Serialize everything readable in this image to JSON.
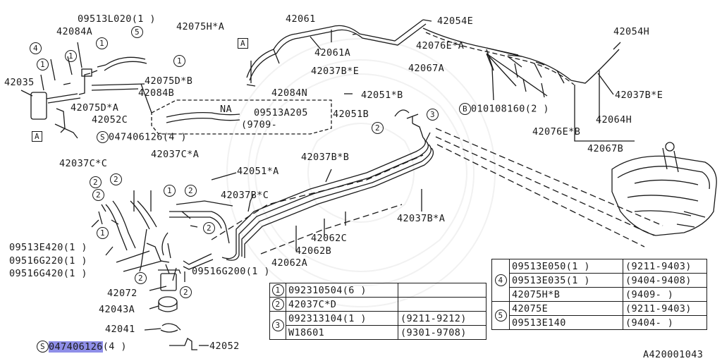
{
  "diagram_id": "A420001043",
  "labels": {
    "p42035": "42035",
    "p42084A": "42084A",
    "p09513L020": "09513L020(1  )",
    "p42075HA": "42075H*A",
    "p42061": "42061",
    "p42054E": "42054E",
    "p42054H": "42054H",
    "p42061A": "42061A",
    "p42076EA": "42076E*A",
    "p42037BE_top": "42037B*E",
    "p42067A": "42067A",
    "p42075DB": "42075D*B",
    "p42084B": "42084B",
    "p42084N": "42084N",
    "p42051B_star": "42051*B",
    "p42075DA": "42075D*A",
    "p42052C": "42052C",
    "p047406126_top": "047406126(4  )",
    "pNA": "NA",
    "p09513A205": "09513A205",
    "p9709": "(9709-",
    "p42051B": "42051B",
    "p010108160": "010108160(2  )",
    "p42037BE_right": "42037B*E",
    "p42064H": "42064H",
    "p42076EB": "42076E*B",
    "p42067B": "42067B",
    "p42037CC": "42037C*C",
    "p42037CA": "42037C*A",
    "p42051A": "42051*A",
    "p42037BB": "42037B*B",
    "p42037BC": "42037B*C",
    "p42037BA": "42037B*A",
    "p42062C": "42062C",
    "p42062B": "42062B",
    "p42062A": "42062A",
    "p09513E420": "09513E420(1  )",
    "p09516G220": "09516G220(1  )",
    "p09516G420": "09516G420(1  )",
    "p09516G200": "09516G200(1  )",
    "p42072": "42072",
    "p42043A": "42043A",
    "p42041": "42041",
    "p42052": "42052",
    "p047406126_bottom": "047406126",
    "p047406126_bottom_qty": "(4  )"
  },
  "markers": {
    "circle1": "1",
    "circle2": "2",
    "circle3": "3",
    "circle4": "4",
    "circle5": "5",
    "box_A": "A",
    "prefix_B": "B",
    "prefix_S": "S"
  },
  "table_left": {
    "rows": [
      {
        "key": "1",
        "part": "092310504(6  )",
        "range": ""
      },
      {
        "key": "2",
        "part": "42037C*D",
        "range": ""
      },
      {
        "key": "3",
        "part": "092313104(1  )",
        "range": "(9211-9212)"
      },
      {
        "key": "",
        "part": "W18601",
        "range": "(9301-9708)"
      }
    ]
  },
  "table_right": {
    "rows": [
      {
        "key": "4",
        "part": "09513E050(1  )",
        "range": "(9211-9403)"
      },
      {
        "key": "",
        "part": "09513E035(1  )",
        "range": "(9404-9408)"
      },
      {
        "key": "",
        "part": "42075H*B",
        "range": "(9409-    )"
      },
      {
        "key": "5",
        "part": "42075E",
        "range": "(9211-9403)"
      },
      {
        "key": "",
        "part": "09513E140",
        "range": "(9404-    )"
      }
    ]
  }
}
